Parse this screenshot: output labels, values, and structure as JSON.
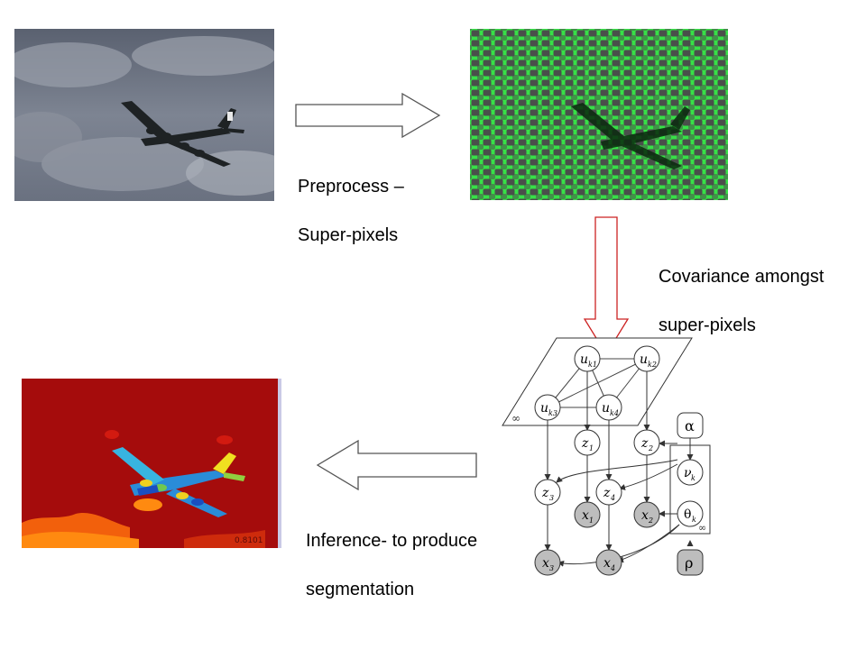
{
  "steps": {
    "preprocess": {
      "line1": "Preprocess –",
      "line2": "Super-pixels"
    },
    "covariance": {
      "line1": "Covariance amongst",
      "line2": "super-pixels"
    },
    "inference": {
      "line1": "Inference- to produce",
      "line2": "segmentation"
    }
  },
  "segmentation_image": {
    "score_label": "0.8101"
  },
  "graphical_model": {
    "nodes": {
      "uk1": {
        "base": "u",
        "sub": "k1"
      },
      "uk2": {
        "base": "u",
        "sub": "k2"
      },
      "uk3": {
        "base": "u",
        "sub": "k3"
      },
      "uk4": {
        "base": "u",
        "sub": "k4"
      },
      "z1": {
        "base": "z",
        "sub": "1"
      },
      "z2": {
        "base": "z",
        "sub": "2"
      },
      "z3": {
        "base": "z",
        "sub": "3"
      },
      "z4": {
        "base": "z",
        "sub": "4"
      },
      "x1": {
        "base": "x",
        "sub": "1"
      },
      "x2": {
        "base": "x",
        "sub": "2"
      },
      "x3": {
        "base": "x",
        "sub": "3"
      },
      "x4": {
        "base": "x",
        "sub": "4"
      },
      "nuk": {
        "base": "ν",
        "sub": "k"
      },
      "thetak": {
        "base": "θ",
        "sub": "k"
      },
      "alpha": {
        "base": "α",
        "sub": ""
      },
      "rho": {
        "base": "ρ",
        "sub": ""
      }
    },
    "plate_labels": {
      "u_plate": "∞",
      "param_plate": "∞"
    }
  },
  "colors": {
    "arrow_outline": "#555555",
    "arrow_down_outline": "#cc2222",
    "superpixel_green": "#33dd44",
    "segmentation_red": "#a50c0c",
    "observed_node": "#bdbdbd"
  }
}
